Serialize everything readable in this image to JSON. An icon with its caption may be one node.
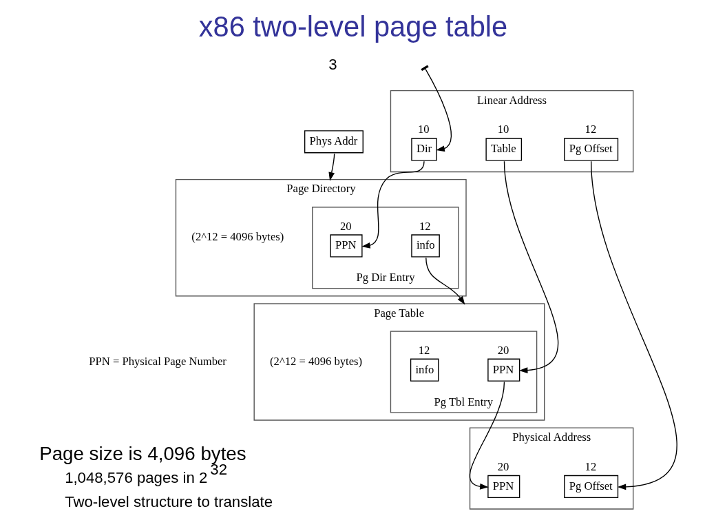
{
  "diagram": {
    "title": "x86 two-level page table",
    "nodes": [
      {
        "text": [
          "Linear Address"
        ]
      },
      {
        "text": [
          "Dir"
        ],
        "beside": [
          "10"
        ],
        "in": 0
      },
      {
        "text": [
          "Table"
        ],
        "beside": [
          "10"
        ],
        "in": 0
      },
      {
        "text": [
          "Pg Offset"
        ],
        "beside": [
          "12"
        ],
        "in": 0
      },
      {
        "text": [
          "Physical Address"
        ]
      },
      {
        "text": [
          "PPN"
        ],
        "beside": [
          "20"
        ],
        "in": 4
      },
      {
        "text": [
          "Pg Offset"
        ],
        "beside": [
          "12"
        ],
        "in": 4
      },
      {
        "text": [
          "Page Table"
        ],
        "beside": [
          "(2^12 = 4096 bytes)"
        ]
      },
      {
        "text": [
          "Pg Tbl Entry"
        ],
        "in": 7
      },
      {
        "text": [
          "PPN"
        ],
        "beside": [
          "20"
        ],
        "in": 8
      },
      {
        "text": [
          "info"
        ],
        "beside": [
          "12"
        ],
        "in": 8
      },
      {
        "text": [
          "Page Directory"
        ],
        "beside": [
          "(2^12 = 4096 bytes)"
        ]
      },
      {
        "text": [
          "Pg Dir Entry"
        ],
        "in": 11
      },
      {
        "text": [
          "PPN"
        ],
        "beside": [
          "20"
        ],
        "in": 12
      },
      {
        "text": [
          "info"
        ],
        "beside": [
          "12"
        ],
        "in": 12
      },
      {
        "text": [
          "Phys Addr"
        ]
      }
    ],
    "edges": [
      {
        "from": null,
        "to": 1,
        "arrow": "to"
      },
      {
        "from": 1,
        "to": 13,
        "arrow": "to"
      },
      {
        "from": 2,
        "to": 9,
        "arrow": "to"
      },
      {
        "from": 3,
        "to": 6,
        "arrow": "to"
      },
      {
        "from": 14,
        "to": 7,
        "arrow": "to"
      },
      {
        "from": 9,
        "to": 5,
        "arrow": "to"
      },
      {
        "from": 15,
        "to": 11,
        "arrow": "to"
      }
    ],
    "labels": [
      "3",
      "PPN = Physical Page Number",
      "Page size is 4,096 bytes",
      "1,048,576 pages in 2$^{32}$",
      "Two-level structure to translate"
    ]
  }
}
